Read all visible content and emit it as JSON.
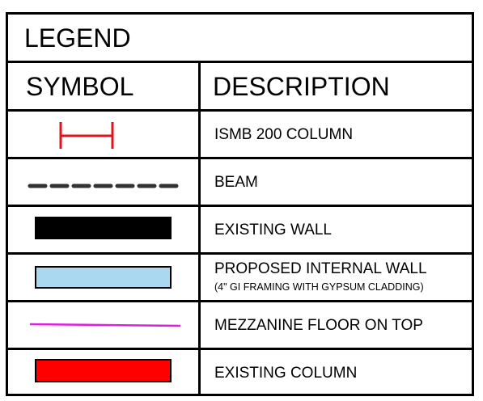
{
  "legend": {
    "title": "LEGEND",
    "symbol_header": "SYMBOL",
    "description_header": "DESCRIPTION",
    "rows": [
      {
        "description": "ISMB 200 COLUMN",
        "symbol": "i-beam-column-icon",
        "color": "#e0141e"
      },
      {
        "description": "BEAM",
        "symbol": "dashed-line-icon",
        "color": "#333333"
      },
      {
        "description": "EXISTING WALL",
        "symbol": "solid-black-bar-icon",
        "color": "#000000"
      },
      {
        "description": "PROPOSED INTERNAL WALL",
        "subtext": "(4\" GI FRAMING WITH GYPSUM CLADDING)",
        "symbol": "light-blue-bar-icon",
        "color": "#a9d8f0"
      },
      {
        "description": "MEZZANINE FLOOR ON TOP",
        "symbol": "magenta-line-icon",
        "color": "#e01ee0"
      },
      {
        "description": "EXISTING COLUMN",
        "symbol": "red-bar-icon",
        "color": "#ff0000"
      }
    ]
  }
}
